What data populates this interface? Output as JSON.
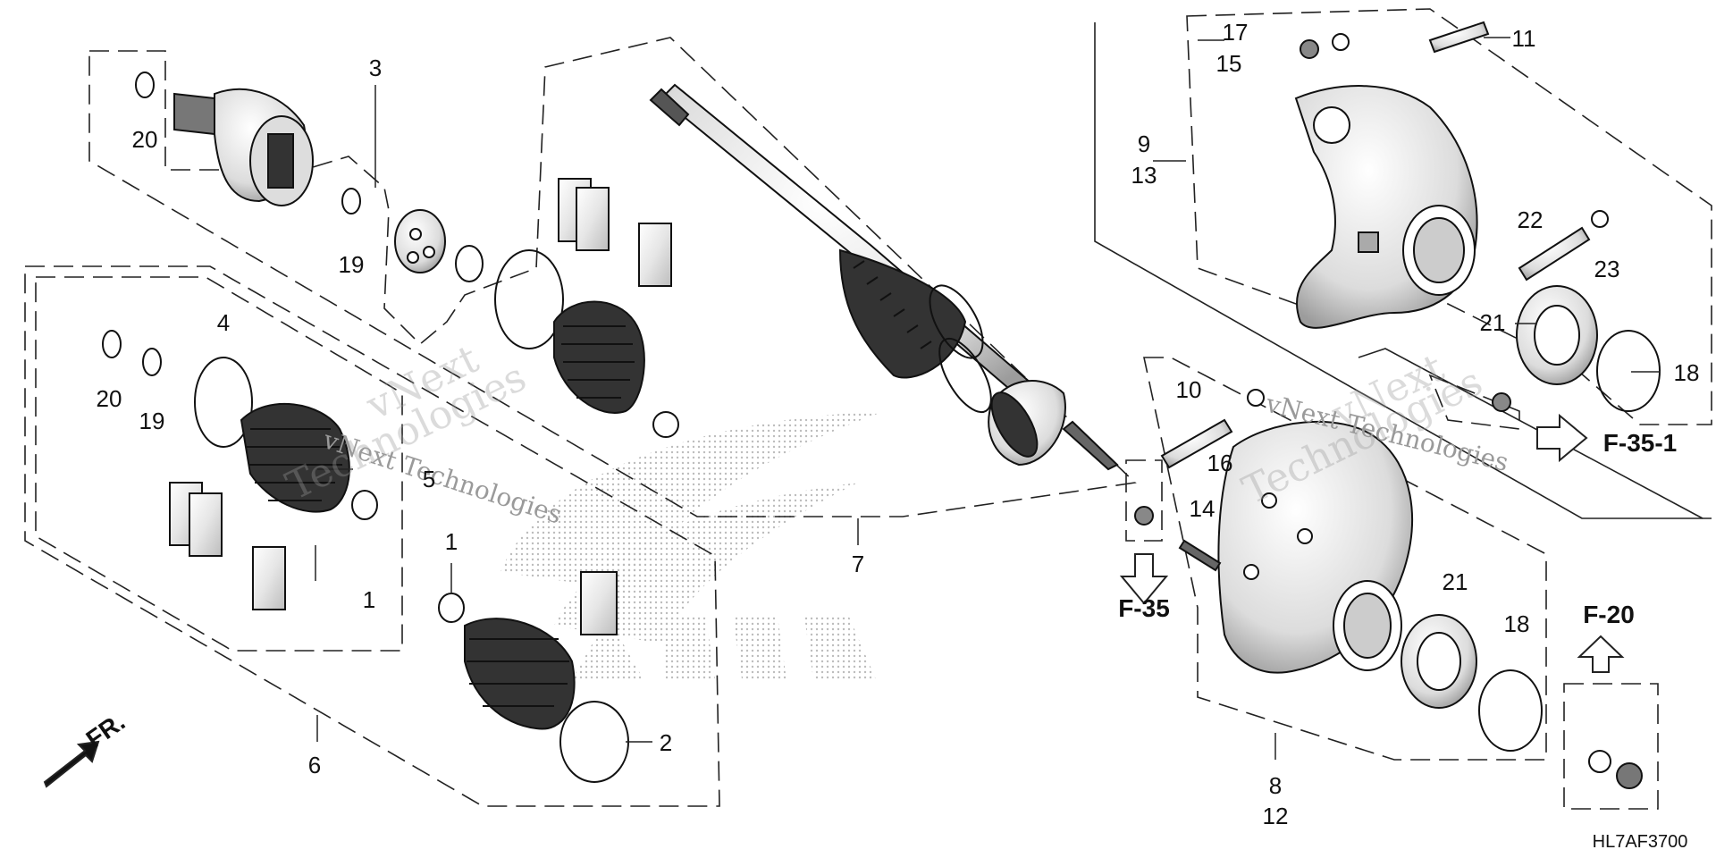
{
  "diagram": {
    "part_labels": {
      "p1a": "1",
      "p1b": "1",
      "p2": "2",
      "p3": "3",
      "p4": "4",
      "p5": "5",
      "p6": "6",
      "p7": "7",
      "p8": "8",
      "p9": "9",
      "p10": "10",
      "p11": "11",
      "p12": "12",
      "p13": "13",
      "p14": "14",
      "p15": "15",
      "p16": "16",
      "p17": "17",
      "p18a": "18",
      "p18b": "18",
      "p19a": "19",
      "p19b": "19",
      "p20a": "20",
      "p20b": "20",
      "p21a": "21",
      "p21b": "21",
      "p22": "22",
      "p23": "23"
    },
    "refs": {
      "f35": "F-35",
      "f35_1": "F-35-1",
      "f20": "F-20"
    },
    "front_label": "FR.",
    "diagram_code": "HL7AF3700",
    "watermarks": {
      "brand": "vNext Technologies",
      "brand_stacked_1": "vNext",
      "brand_stacked_2": "Technologies"
    }
  }
}
